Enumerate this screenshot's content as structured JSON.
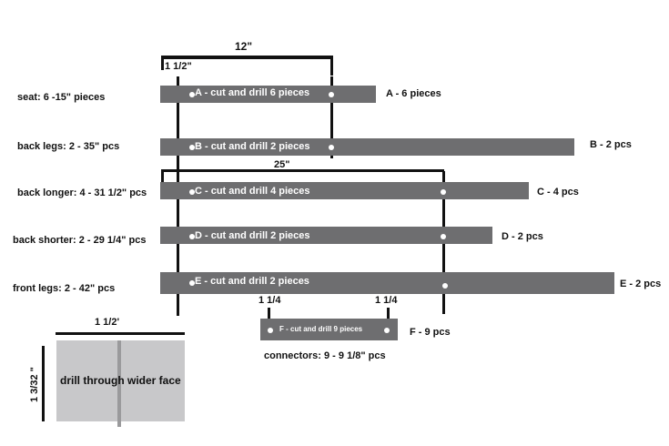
{
  "measures": {
    "top_span": "12\"",
    "top_offset": "1 1/2\"",
    "mid_span": "25\"",
    "conn_left": "1 1/4",
    "conn_right": "1 1/4"
  },
  "rows": [
    {
      "left": "seat:  6 -15\" pieces",
      "bar": "A - cut and drill 6 pieces",
      "right": "A - 6 pieces"
    },
    {
      "left": "back legs: 2 - 35\" pcs",
      "bar": "B - cut and drill 2 pieces",
      "right": "B - 2 pcs"
    },
    {
      "left": "back longer: 4 - 31 1/2\" pcs",
      "bar": "C - cut and drill 4 pieces",
      "right": "C - 4 pcs"
    },
    {
      "left": "back shorter: 2 - 29 1/4\" pcs",
      "bar": "D - cut and drill 2 pieces",
      "right": "D - 2 pcs"
    },
    {
      "left": "front legs: 2 - 42\" pcs",
      "bar": "E - cut and drill 2 pieces",
      "right": "E - 2 pcs"
    }
  ],
  "connector": {
    "bar": "F - cut and drill 9 pieces",
    "right": "F - 9 pcs",
    "caption": "connectors: 9 - 9 1/8\" pcs"
  },
  "cross_section": {
    "width_label": "1  1/2'",
    "height_label": "1  3/32 \"",
    "note": "drill through wider face"
  },
  "colors": {
    "bar": "#6e6e70",
    "square": "#c8c8ca",
    "lines": "#111111"
  }
}
